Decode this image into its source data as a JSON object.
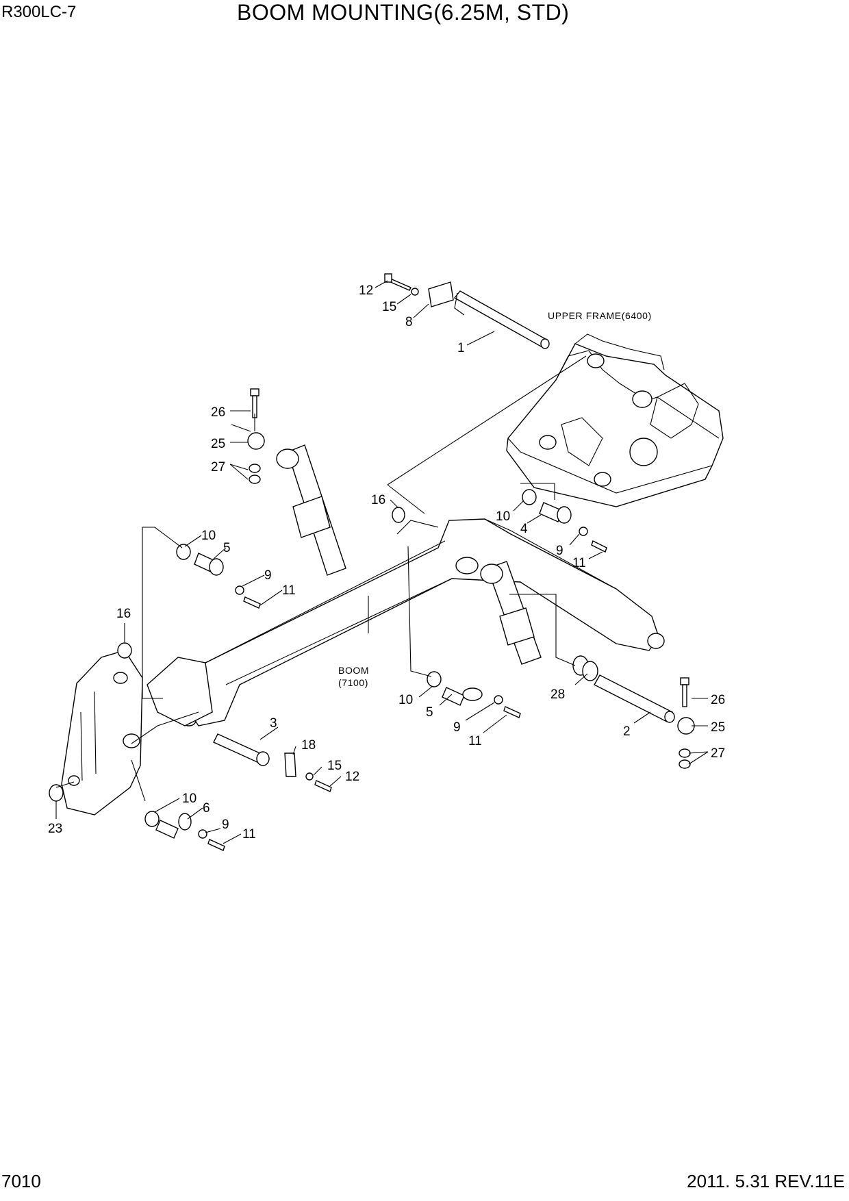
{
  "header": {
    "model": "R300LC-7",
    "title": "BOOM MOUNTING(6.25M, STD)"
  },
  "footer": {
    "page_number": "7010",
    "revision": "2011. 5.31  REV.11E"
  },
  "assemblies": {
    "upper_frame": "UPPER FRAME(6400)",
    "boom_line1": "BOOM",
    "boom_line2": "(7100)"
  },
  "callouts": {
    "c1": "1",
    "c2": "2",
    "c3": "3",
    "c4": "4",
    "c5a": "5",
    "c5b": "5",
    "c6": "6",
    "c8": "8",
    "c9a": "9",
    "c9b": "9",
    "c9c": "9",
    "c9d": "9",
    "c10a": "10",
    "c10b": "10",
    "c10c": "10",
    "c10d": "10",
    "c11a": "11",
    "c11b": "11",
    "c11c": "11",
    "c11d": "11",
    "c12a": "12",
    "c12b": "12",
    "c15a": "15",
    "c15b": "15",
    "c16a": "16",
    "c16b": "16",
    "c18": "18",
    "c23": "23",
    "c25a": "25",
    "c25b": "25",
    "c26a": "26",
    "c26b": "26",
    "c27a": "27",
    "c27b": "27",
    "c28": "28"
  }
}
